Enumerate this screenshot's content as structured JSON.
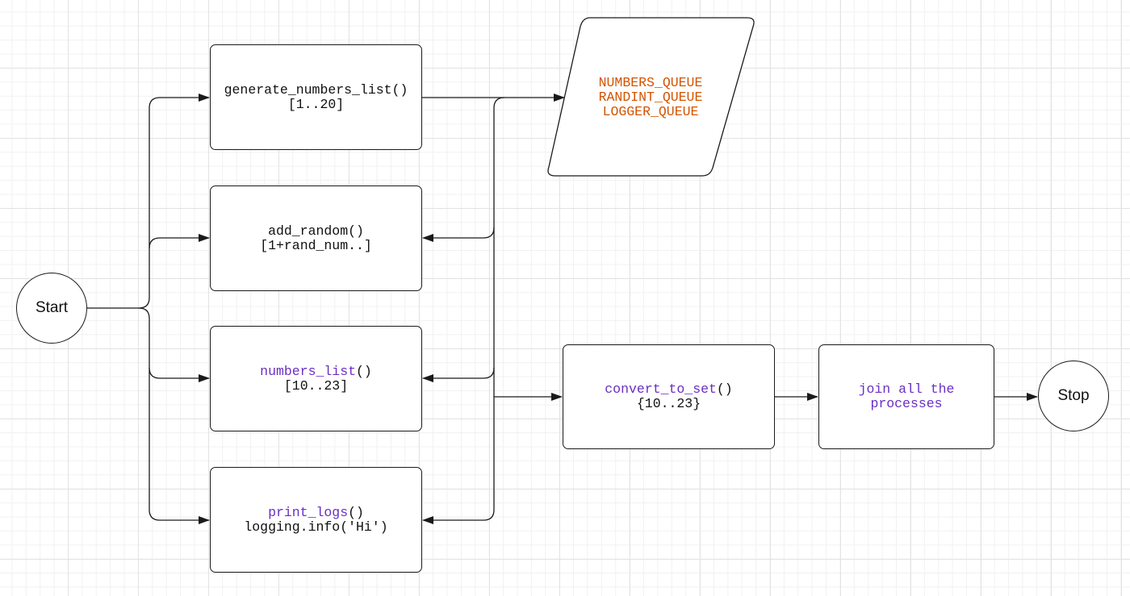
{
  "start_label": "Start",
  "stop_label": "Stop",
  "boxes": {
    "generate": {
      "line1": "generate_numbers_list()",
      "line2": "[1..20]"
    },
    "add_random": {
      "line1": "add_random()",
      "line2": "[1+rand_num..]"
    },
    "numbers_list": {
      "fn": "numbers_list",
      "paren": "()",
      "line2": "[10..23]"
    },
    "print_logs": {
      "fn": "print_logs",
      "paren": "()",
      "line2": "logging.info('Hi')"
    },
    "convert": {
      "fn": "convert_to_set",
      "paren": "()",
      "line2": "{10..23}"
    },
    "join": {
      "line1": "join all the",
      "line2": "processes"
    }
  },
  "queues": [
    "NUMBERS_QUEUE",
    "RANDINT_QUEUE",
    "LOGGER_QUEUE"
  ],
  "colors": {
    "function_name": "#6b2fc4",
    "queue_text": "#d35400",
    "stroke": "#1a1a1a"
  }
}
